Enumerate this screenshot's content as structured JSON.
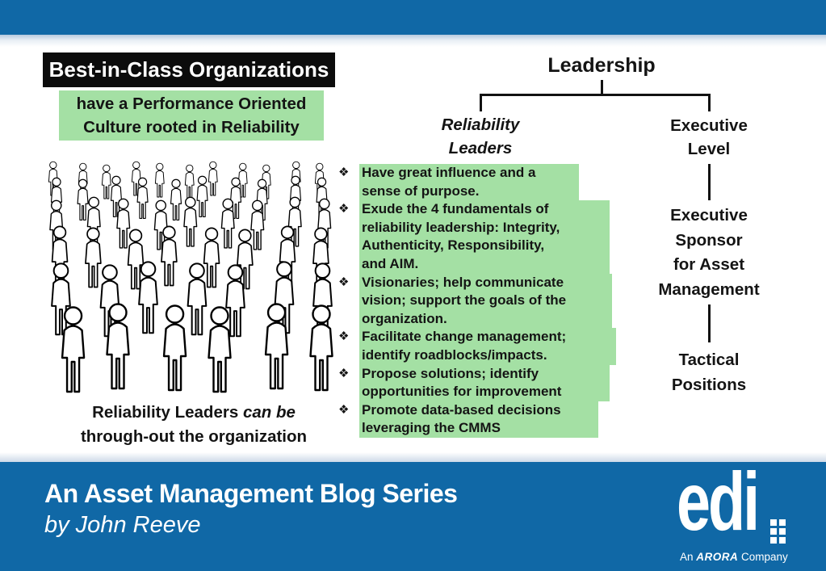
{
  "colors": {
    "blue": "#1068a6",
    "green": "#a4e0a4",
    "ink": "#141414",
    "title-bg": "#0c0c0c"
  },
  "slide": {
    "title": "Best-in-Class Organizations",
    "subtitle_lines": [
      "have a Performance Oriented",
      "Culture rooted in Reliability"
    ],
    "caption": {
      "bold": "Reliability Leaders",
      "italic": "can be",
      "line2": "through-out the organization"
    },
    "bullet_marker": "❖",
    "bullets": [
      {
        "lines": [
          "Have great influence and a",
          "sense of purpose."
        ]
      },
      {
        "lines": [
          "Exude the 4 fundamentals of",
          "reliability leadership: Integrity,",
          "Authenticity, Responsibility,",
          "and AIM."
        ]
      },
      {
        "lines": [
          "Visionaries; help communicate",
          "vision; support the goals of the",
          "organization."
        ]
      },
      {
        "lines": [
          "Facilitate change management;",
          "identify roadblocks/impacts."
        ]
      },
      {
        "lines": [
          "Propose solutions; identify",
          "opportunities for improvement"
        ]
      },
      {
        "lines": [
          "Promote data-based decisions",
          "leveraging the CMMS"
        ]
      }
    ],
    "tree": {
      "root": "Leadership",
      "left_lines": [
        "Reliability",
        "Leaders"
      ],
      "right_lines": [
        "Executive",
        "Level"
      ],
      "sponsor_lines": [
        "Executive",
        "Sponsor",
        "for Asset",
        "Management"
      ],
      "tactical_lines": [
        "Tactical",
        "Positions"
      ]
    }
  },
  "footer": {
    "title": "An Asset Management Blog Series",
    "byline": "by John Reeve",
    "logo_text": "edi",
    "tagline_prefix": "An ",
    "tagline_brand": "ARORA",
    "tagline_suffix": " Company"
  }
}
